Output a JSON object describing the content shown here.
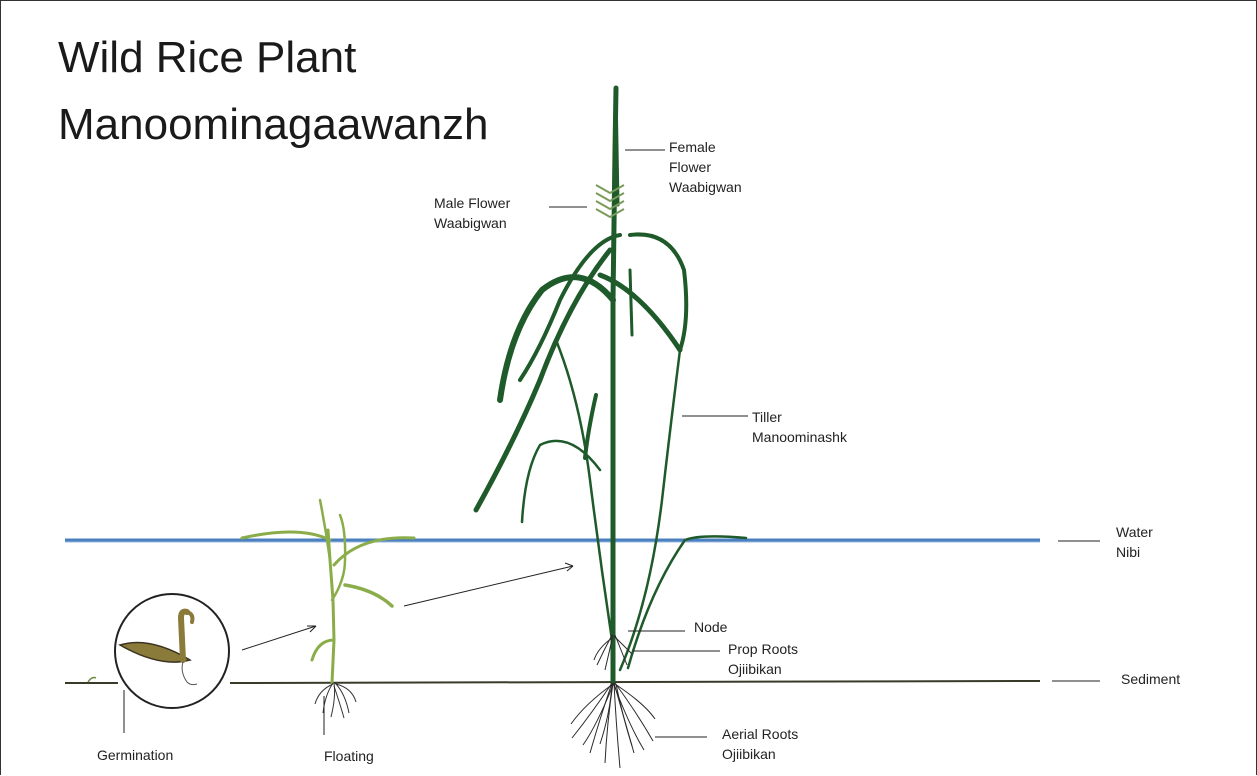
{
  "title": {
    "line1": "Wild Rice Plant",
    "line2": "Manoominagaawanzh"
  },
  "labels": {
    "female_flower": [
      "Female",
      "Flower",
      "Waabigwan"
    ],
    "male_flower": [
      "Male Flower",
      "Waabigwan"
    ],
    "tiller": [
      "Tiller",
      "Manoominashk"
    ],
    "water": [
      "Water",
      "Nibi"
    ],
    "node": [
      "Node"
    ],
    "prop_roots": [
      "Prop Roots",
      "Ojiibikan"
    ],
    "sediment": [
      "Sediment"
    ],
    "aerial_roots": [
      "Aerial Roots",
      "Ojiibikan"
    ],
    "germination": [
      "Germination"
    ],
    "floating": [
      "Floating"
    ]
  },
  "colors": {
    "water_line": "#4a7fc0",
    "sediment_line": "#3a3a2a",
    "mature_plant": "#1f5a2a",
    "young_plant": "#8aad4a",
    "seed": "#8b7b3a",
    "roots": "#2a2a2a"
  }
}
